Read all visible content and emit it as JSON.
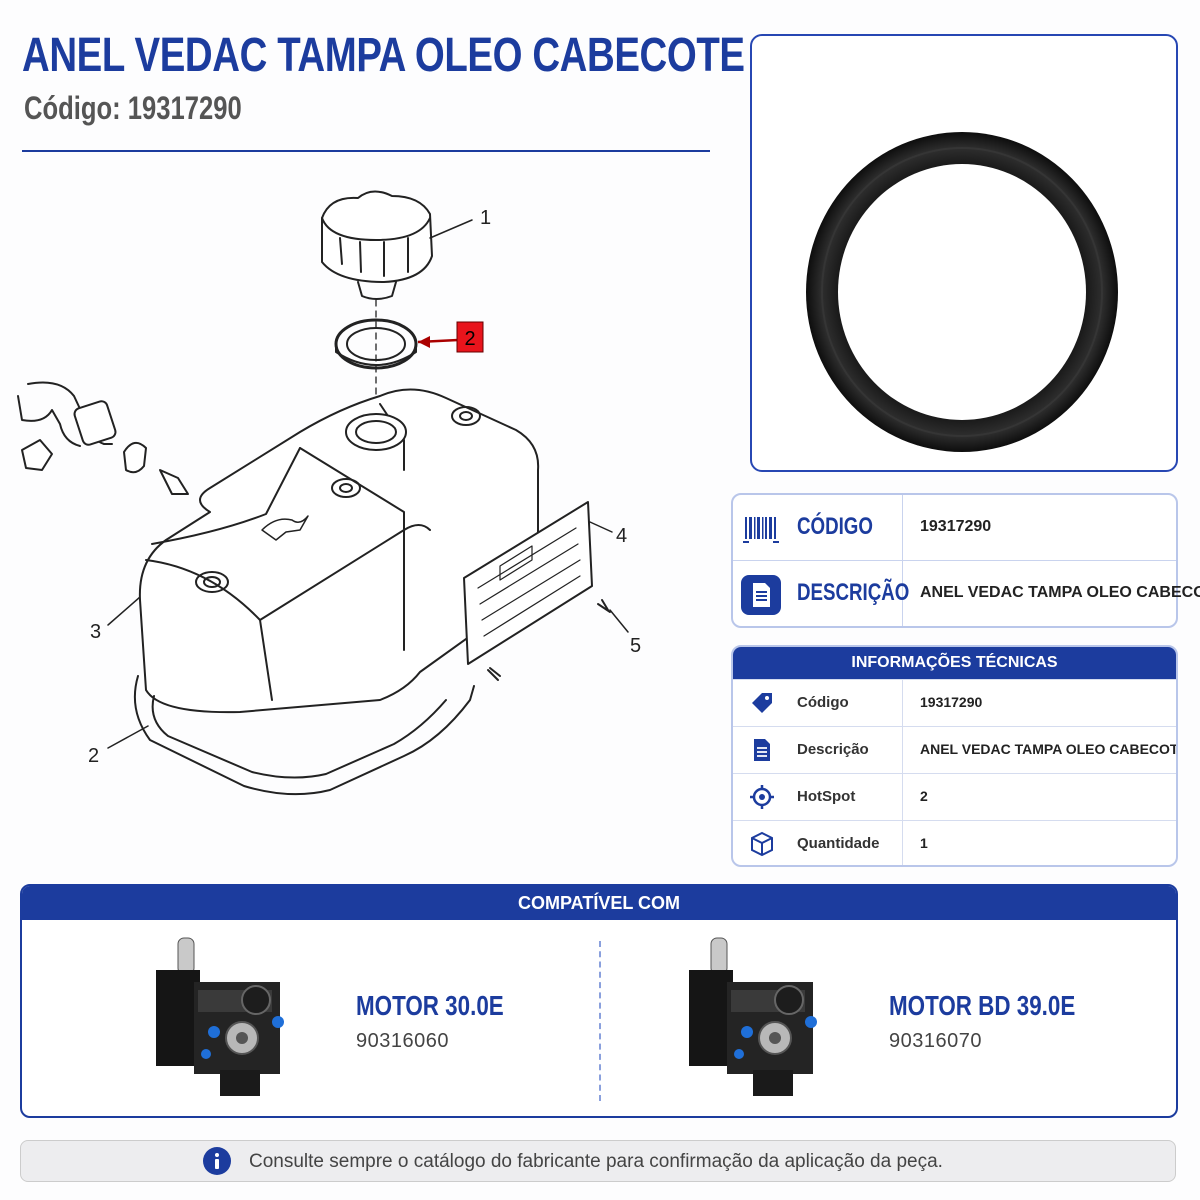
{
  "header": {
    "title": "ANEL VEDAC TAMPA OLEO CABECOTE",
    "subtitle": "Código: 19317290"
  },
  "diagram": {
    "callouts": [
      "1",
      "2",
      "3",
      "4",
      "5",
      "2"
    ],
    "hotspot_highlight": "2"
  },
  "summary": {
    "code_label": "CÓDIGO",
    "code_value": "19317290",
    "code_icon": "barcode-icon",
    "desc_label": "DESCRIÇÃO",
    "desc_value": "ANEL VEDAC TAMPA OLEO CABECOTE",
    "desc_icon": "document-icon"
  },
  "tech_info": {
    "header": "INFORMAÇÕES TÉCNICAS",
    "rows": [
      {
        "icon": "tag-icon",
        "label": "Código",
        "value": "19317290"
      },
      {
        "icon": "document-icon",
        "label": "Descrição",
        "value": "ANEL VEDAC TAMPA OLEO CABECOTE"
      },
      {
        "icon": "crosshair-icon",
        "label": "HotSpot",
        "value": "2"
      },
      {
        "icon": "box-icon",
        "label": "Quantidade",
        "value": "1"
      }
    ]
  },
  "compat": {
    "header": "COMPATÍVEL COM",
    "motors": [
      {
        "name": "MOTOR 30.0E",
        "code": "90316060"
      },
      {
        "name": "MOTOR BD 39.0E",
        "code": "90316070"
      }
    ]
  },
  "footer": {
    "icon": "info-icon",
    "text": "Consulte sempre o catálogo do fabricante para confirmação da aplicação da peça."
  },
  "colors": {
    "brand_blue": "#1c3c9e",
    "hotspot_red": "#e8141c",
    "card_border": "#b9c6ea"
  }
}
